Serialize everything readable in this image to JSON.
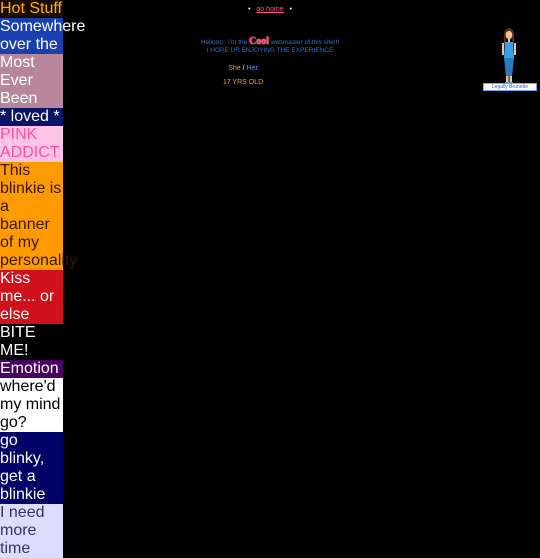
{
  "nav": {
    "bullet_left": "•",
    "link": "go home",
    "bullet_right": "•"
  },
  "intro": {
    "line1_pre": "Hellooo.. i'm the ",
    "cool_word": "Cool",
    "line1_post": " webmaster of this site!!!",
    "line2": "I HOPE UR ENJOYING THE EXPERIENCE"
  },
  "gender": {
    "she": "She",
    "sep": " / ",
    "her": "Her"
  },
  "age": "17 YRS OLD",
  "legal_badge": "Legally Brunette",
  "blinkies": [
    {
      "id": "hot-stuff",
      "text": "Hot Stuff",
      "bg": "#1a0a00",
      "fg": "#ffb000"
    },
    {
      "id": "pink-1",
      "text": "",
      "bg": "#e0287a",
      "fg": "#ffffff"
    },
    {
      "id": "somewhere",
      "text": "Somewhere over the",
      "bg": "#1a3fb0",
      "fg": "#ffffff"
    },
    {
      "id": "most-ever",
      "text": "Most Ever Been",
      "bg": "#b8869a",
      "fg": "#ffffff"
    },
    {
      "id": "pink-2",
      "text": "",
      "bg": "#e0187a",
      "fg": "#ffffff"
    },
    {
      "id": "stars",
      "text": "* loved *",
      "bg": "#0a1466",
      "fg": "#ffffff"
    },
    {
      "id": "pink-addict",
      "text": "PINK ADDICT",
      "bg": "#ffc3e6",
      "fg": "#ff4fa6"
    },
    {
      "id": "this-blinkie",
      "text": "This blinkie is a banner of my personality",
      "bg": "#ff9a00",
      "fg": "#331a00"
    },
    {
      "id": "grey-bar",
      "text": "",
      "bg": "#bcbcbc",
      "fg": "#333333"
    },
    {
      "id": "kiss-me",
      "text": "Kiss me... or else",
      "bg": "#d0101a",
      "fg": "#ffffff"
    },
    {
      "id": "bite-me",
      "text": "BITE ME!",
      "bg": "#000000",
      "fg": "#ffffff"
    },
    {
      "id": "fashion",
      "text": "",
      "bg": "#e8e8e8",
      "fg": "#333333"
    },
    {
      "id": "emotion",
      "text": "Emotion",
      "bg": "#4a0060",
      "fg": "#ffffff"
    },
    {
      "id": "my-mind",
      "text": "where'd my mind go?",
      "bg": "#ffffff",
      "fg": "#000000"
    },
    {
      "id": "go-blinky",
      "text": "go blinky, get a blinkie",
      "bg": "#000066",
      "fg": "#ffffff"
    },
    {
      "id": "cyan",
      "text": "",
      "bg": "#30c8d8",
      "fg": "#003344"
    },
    {
      "id": "need-more-time",
      "text": "I need more time",
      "bg": "#dcdcff",
      "fg": "#333366"
    },
    {
      "id": "red-bar",
      "text": "",
      "bg": "#ee1a1a",
      "fg": "#ffffff"
    },
    {
      "id": "purple-bar",
      "text": "",
      "bg": "#b46ad6",
      "fg": "#ffffff"
    },
    {
      "id": "sparkle",
      "text": "",
      "bg": "#1a0000",
      "fg": "#ff3366"
    }
  ]
}
